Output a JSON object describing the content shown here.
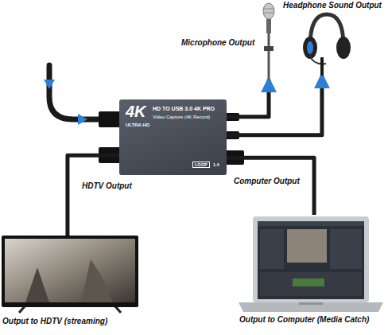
{
  "diagram": {
    "nodes": [
      {
        "text": [
          "Headphone Sound Output"
        ]
      },
      {
        "text": [
          "Microphone Output"
        ]
      },
      {
        "text": [
          "4K",
          "ULTRA HD",
          "HD TO USB 3.0 4K PRO",
          "Video Capture (4K Record)",
          "LOOP",
          "1.4"
        ]
      },
      {
        "text": [
          "Output to HDTV (streaming)"
        ]
      },
      {
        "text": [
          "Output to Computer (Media Catch)"
        ]
      }
    ],
    "edges": [
      {
        "from": 2,
        "to": 1,
        "arrow": "to"
      },
      {
        "from": 2,
        "to": 0,
        "arrow": "to"
      },
      {
        "from": 2,
        "to": 3,
        "arrow": "none"
      },
      {
        "from": 2,
        "to": 4,
        "arrow": "none"
      }
    ],
    "labels": [
      "HDTV Output",
      "Computer Output"
    ]
  }
}
